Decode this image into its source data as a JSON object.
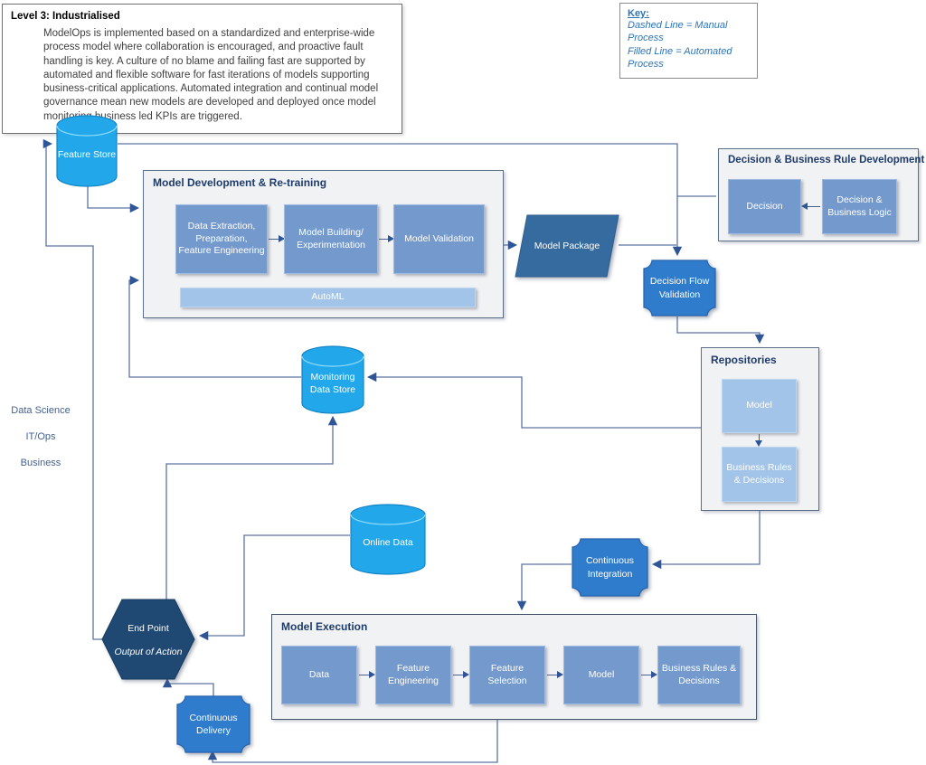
{
  "note": {
    "title": "Level 3: Industrialised",
    "body": "ModelOps is implemented based on a standardized and enterprise-wide process model where collaboration is encouraged, and proactive fault handling is key. A culture of no blame and failing fast are supported by automated and flexible software for fast iterations of models supporting business-critical applications. Automated integration and continual model governance mean new models are developed and deployed once model monitoring business led KPIs are triggered."
  },
  "legend": {
    "title": "Key:",
    "lines": [
      "Dashed Line = Manual Process",
      "Filled Line = Automated Process"
    ]
  },
  "lanes": [
    {
      "label": "Data Science"
    },
    {
      "label": "IT/Ops"
    },
    {
      "label": "Business"
    }
  ],
  "nodes": {
    "feature_store": "Feature Store",
    "monitoring_data_store": "Monitoring Data Store",
    "online_data": "Online Data",
    "model_package": "Model Package",
    "decision_flow_validation": "Decision Flow Validation",
    "continuous_integration": "Continuous Integration",
    "continuous_delivery": "Continuous Delivery",
    "end_point_title": "End Point",
    "end_point_subtitle": "Output of Action"
  },
  "containers": {
    "model_development": {
      "title": "Model Development & Re-training",
      "steps": [
        "Data Extraction, Preparation, Feature Engineering",
        "Model Building/ Experimentation",
        "Model Validation"
      ],
      "automl": "AutoML"
    },
    "decision_rule_development": {
      "title": "Decision & Business Rule Development",
      "target": "Decision",
      "source": "Decision & Business Logic"
    },
    "repositories": {
      "title": "Repositories",
      "boxes": [
        "Model",
        "Business Rules & Decisions"
      ]
    },
    "model_execution": {
      "title": "Model Execution",
      "steps": [
        "Data",
        "Feature Engineering",
        "Feature Selection",
        "Model",
        "Business Rules & Decisions"
      ]
    }
  },
  "colors": {
    "data_store_fill": "#21A7EA",
    "process_box_fill": "#7499CD",
    "light_box_fill": "#A2C4E8",
    "package_fill": "#356B9E",
    "end_point_fill": "#1F4973",
    "plaque_fill": "#2F7BCC",
    "connector_line": "#5C73A0",
    "arrowhead": "#2F5597",
    "legend_text": "#2E74B5",
    "container_title_text": "#1E3C6B"
  }
}
